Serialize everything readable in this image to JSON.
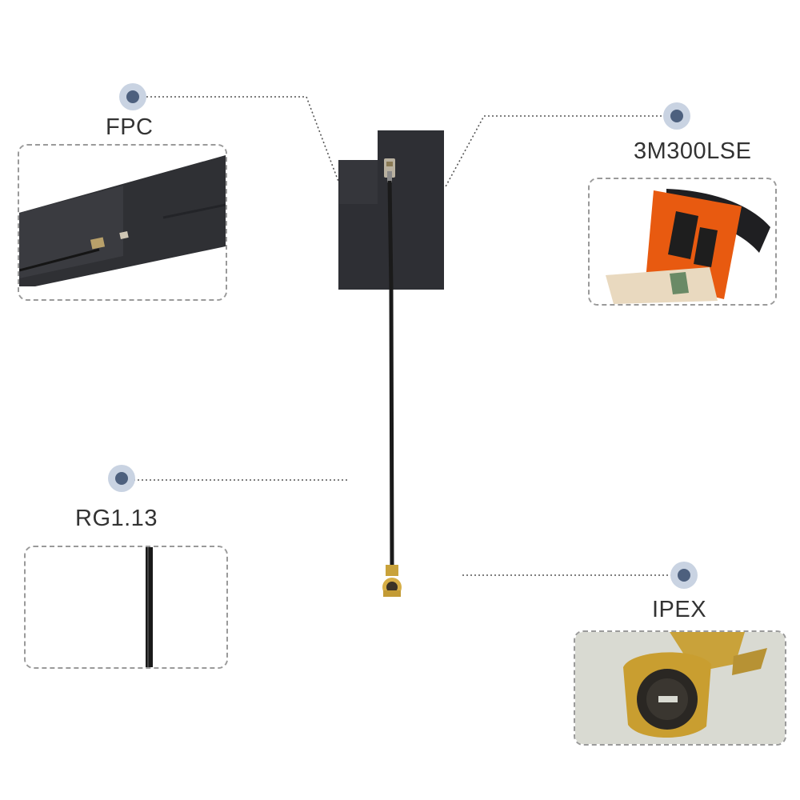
{
  "callouts": {
    "fpc": {
      "label": "FPC"
    },
    "adhesive": {
      "label": "3M300LSE"
    },
    "cable": {
      "label": "RG1.13"
    },
    "connector": {
      "label": "IPEX"
    }
  },
  "colors": {
    "marker_outer": "#c9d3e2",
    "marker_inner": "#4d607e",
    "leader_line": "#555555",
    "antenna_body": "#2b2c30",
    "adhesive_orange": "#e85a10",
    "gold": "#c9a23a"
  }
}
